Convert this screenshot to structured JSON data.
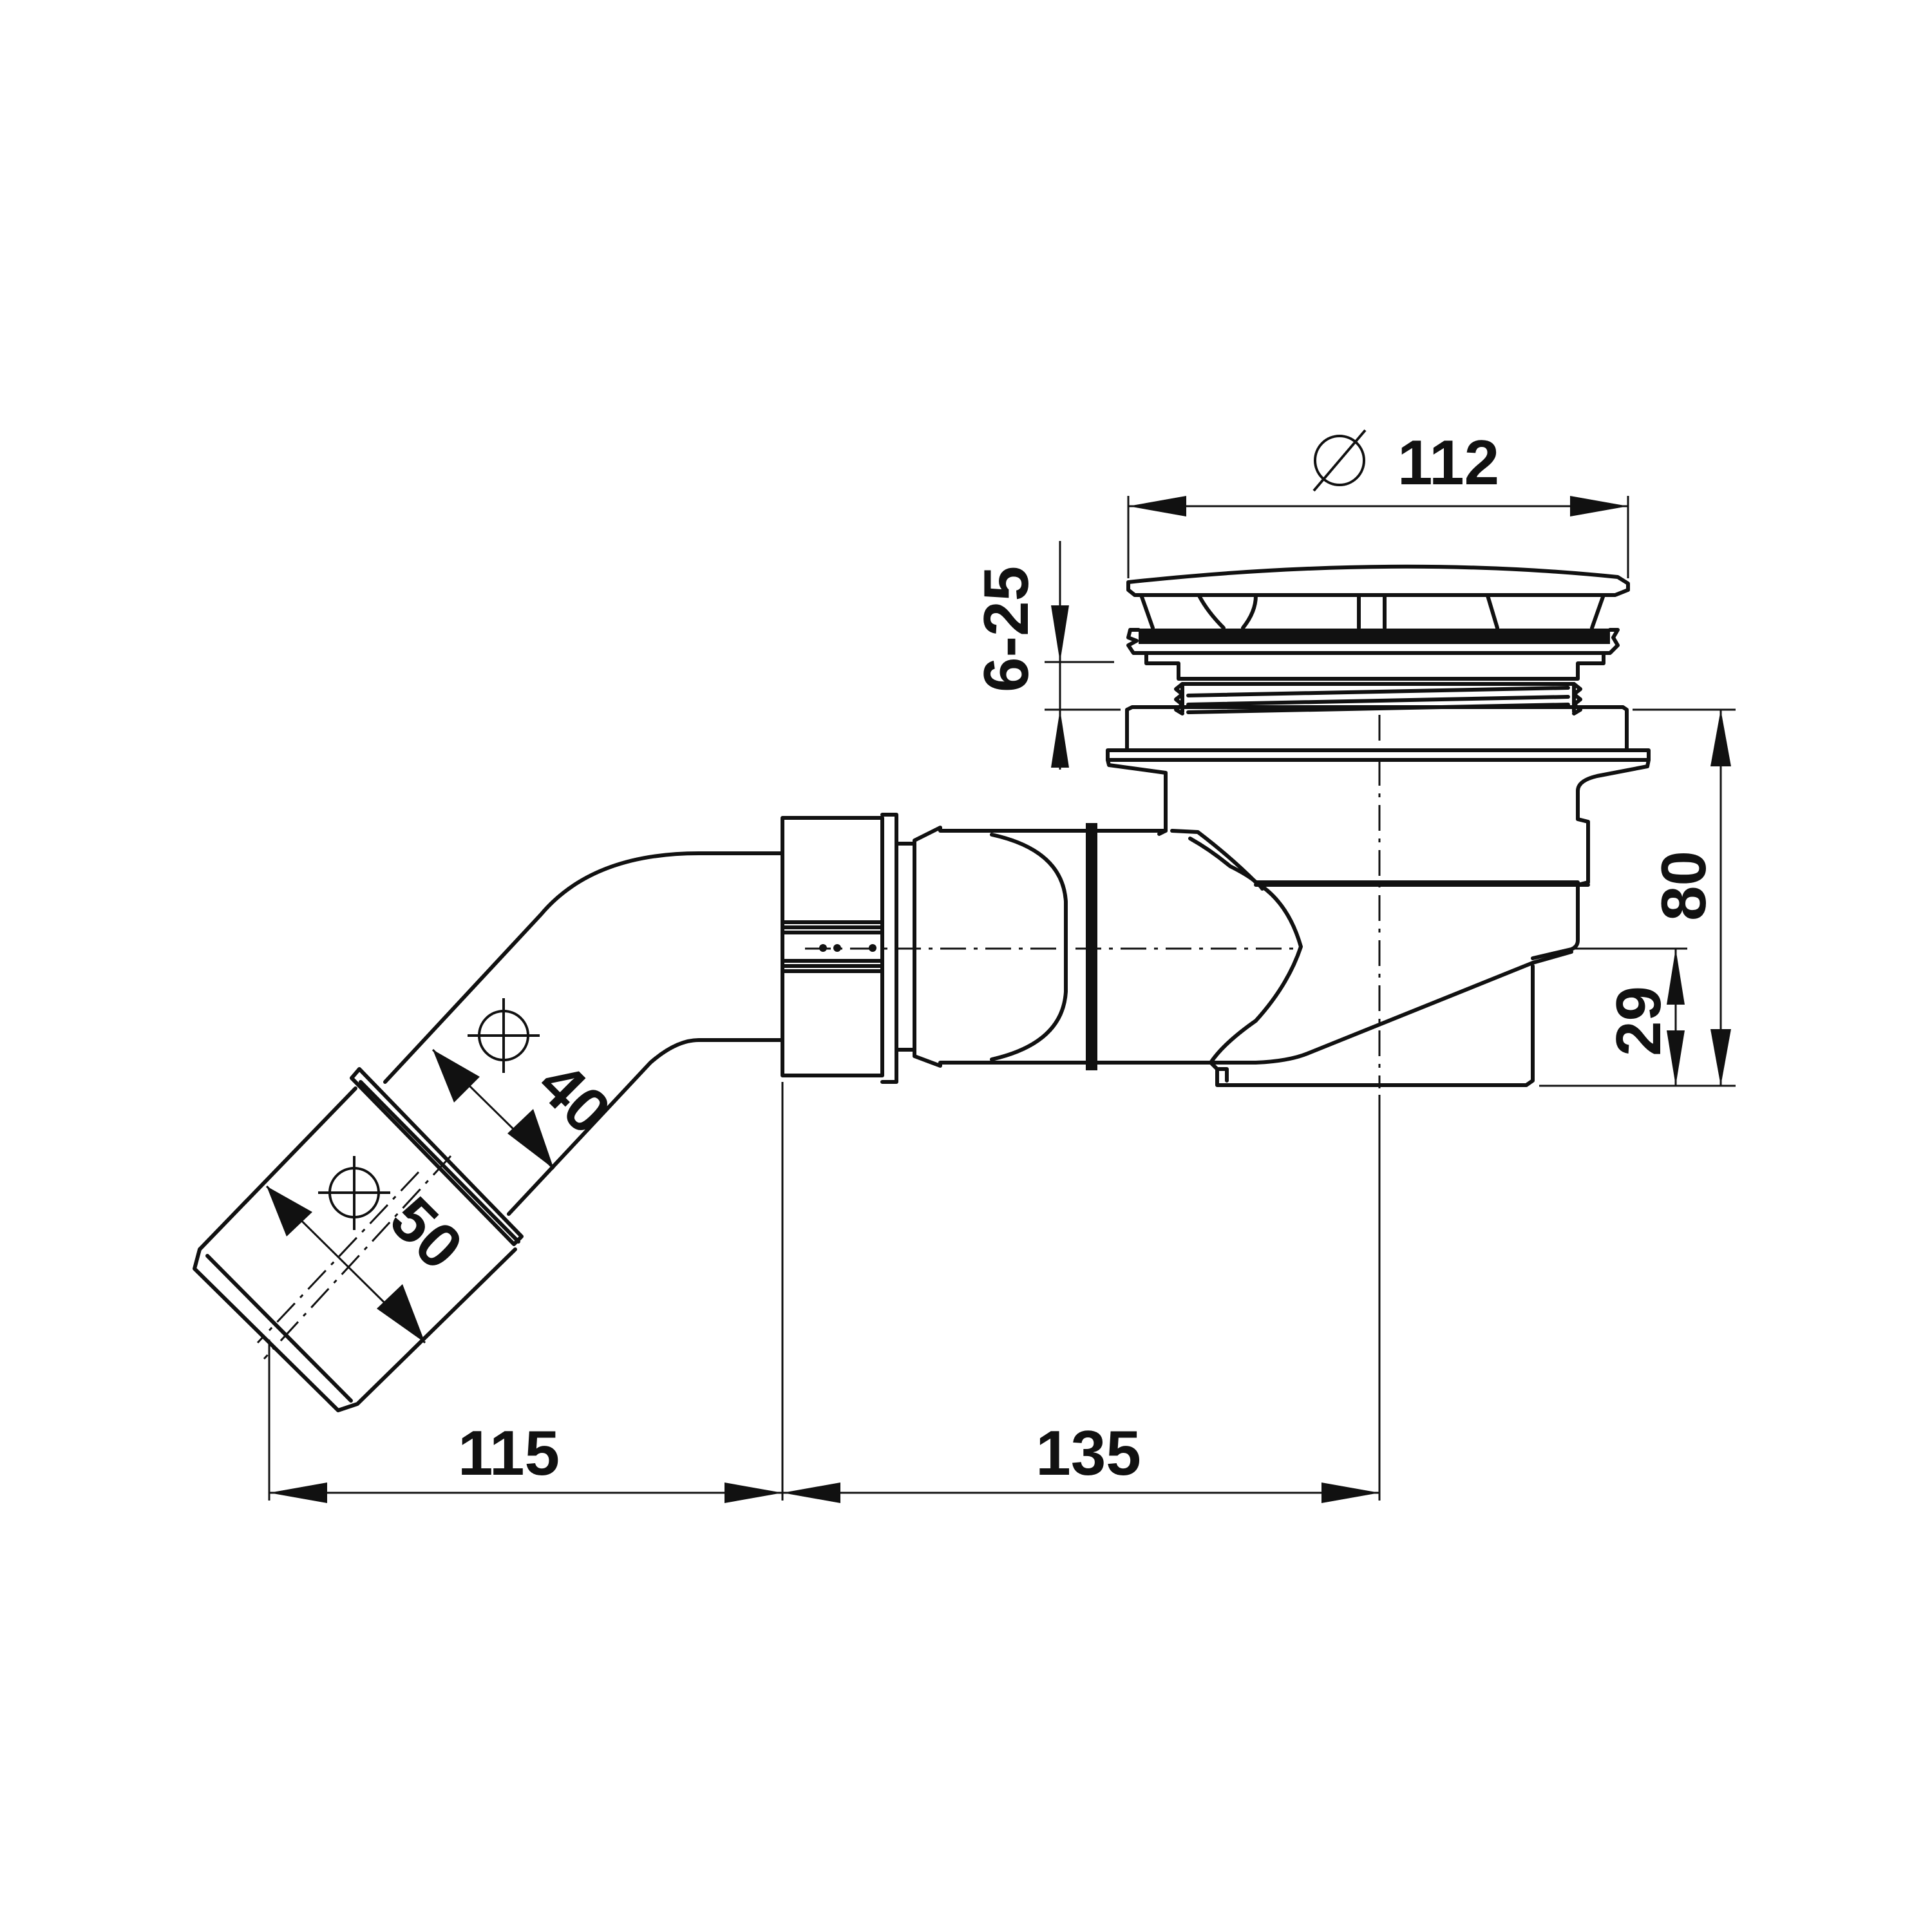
{
  "dimensions": {
    "diameter_symbol": "⌀",
    "top_diameter": "112",
    "adjust_range": "6-25",
    "total_height": "80",
    "outlet_height": "29",
    "width_left": "115",
    "width_right": "135",
    "pipe_inner": "40",
    "pipe_outer": "50"
  }
}
